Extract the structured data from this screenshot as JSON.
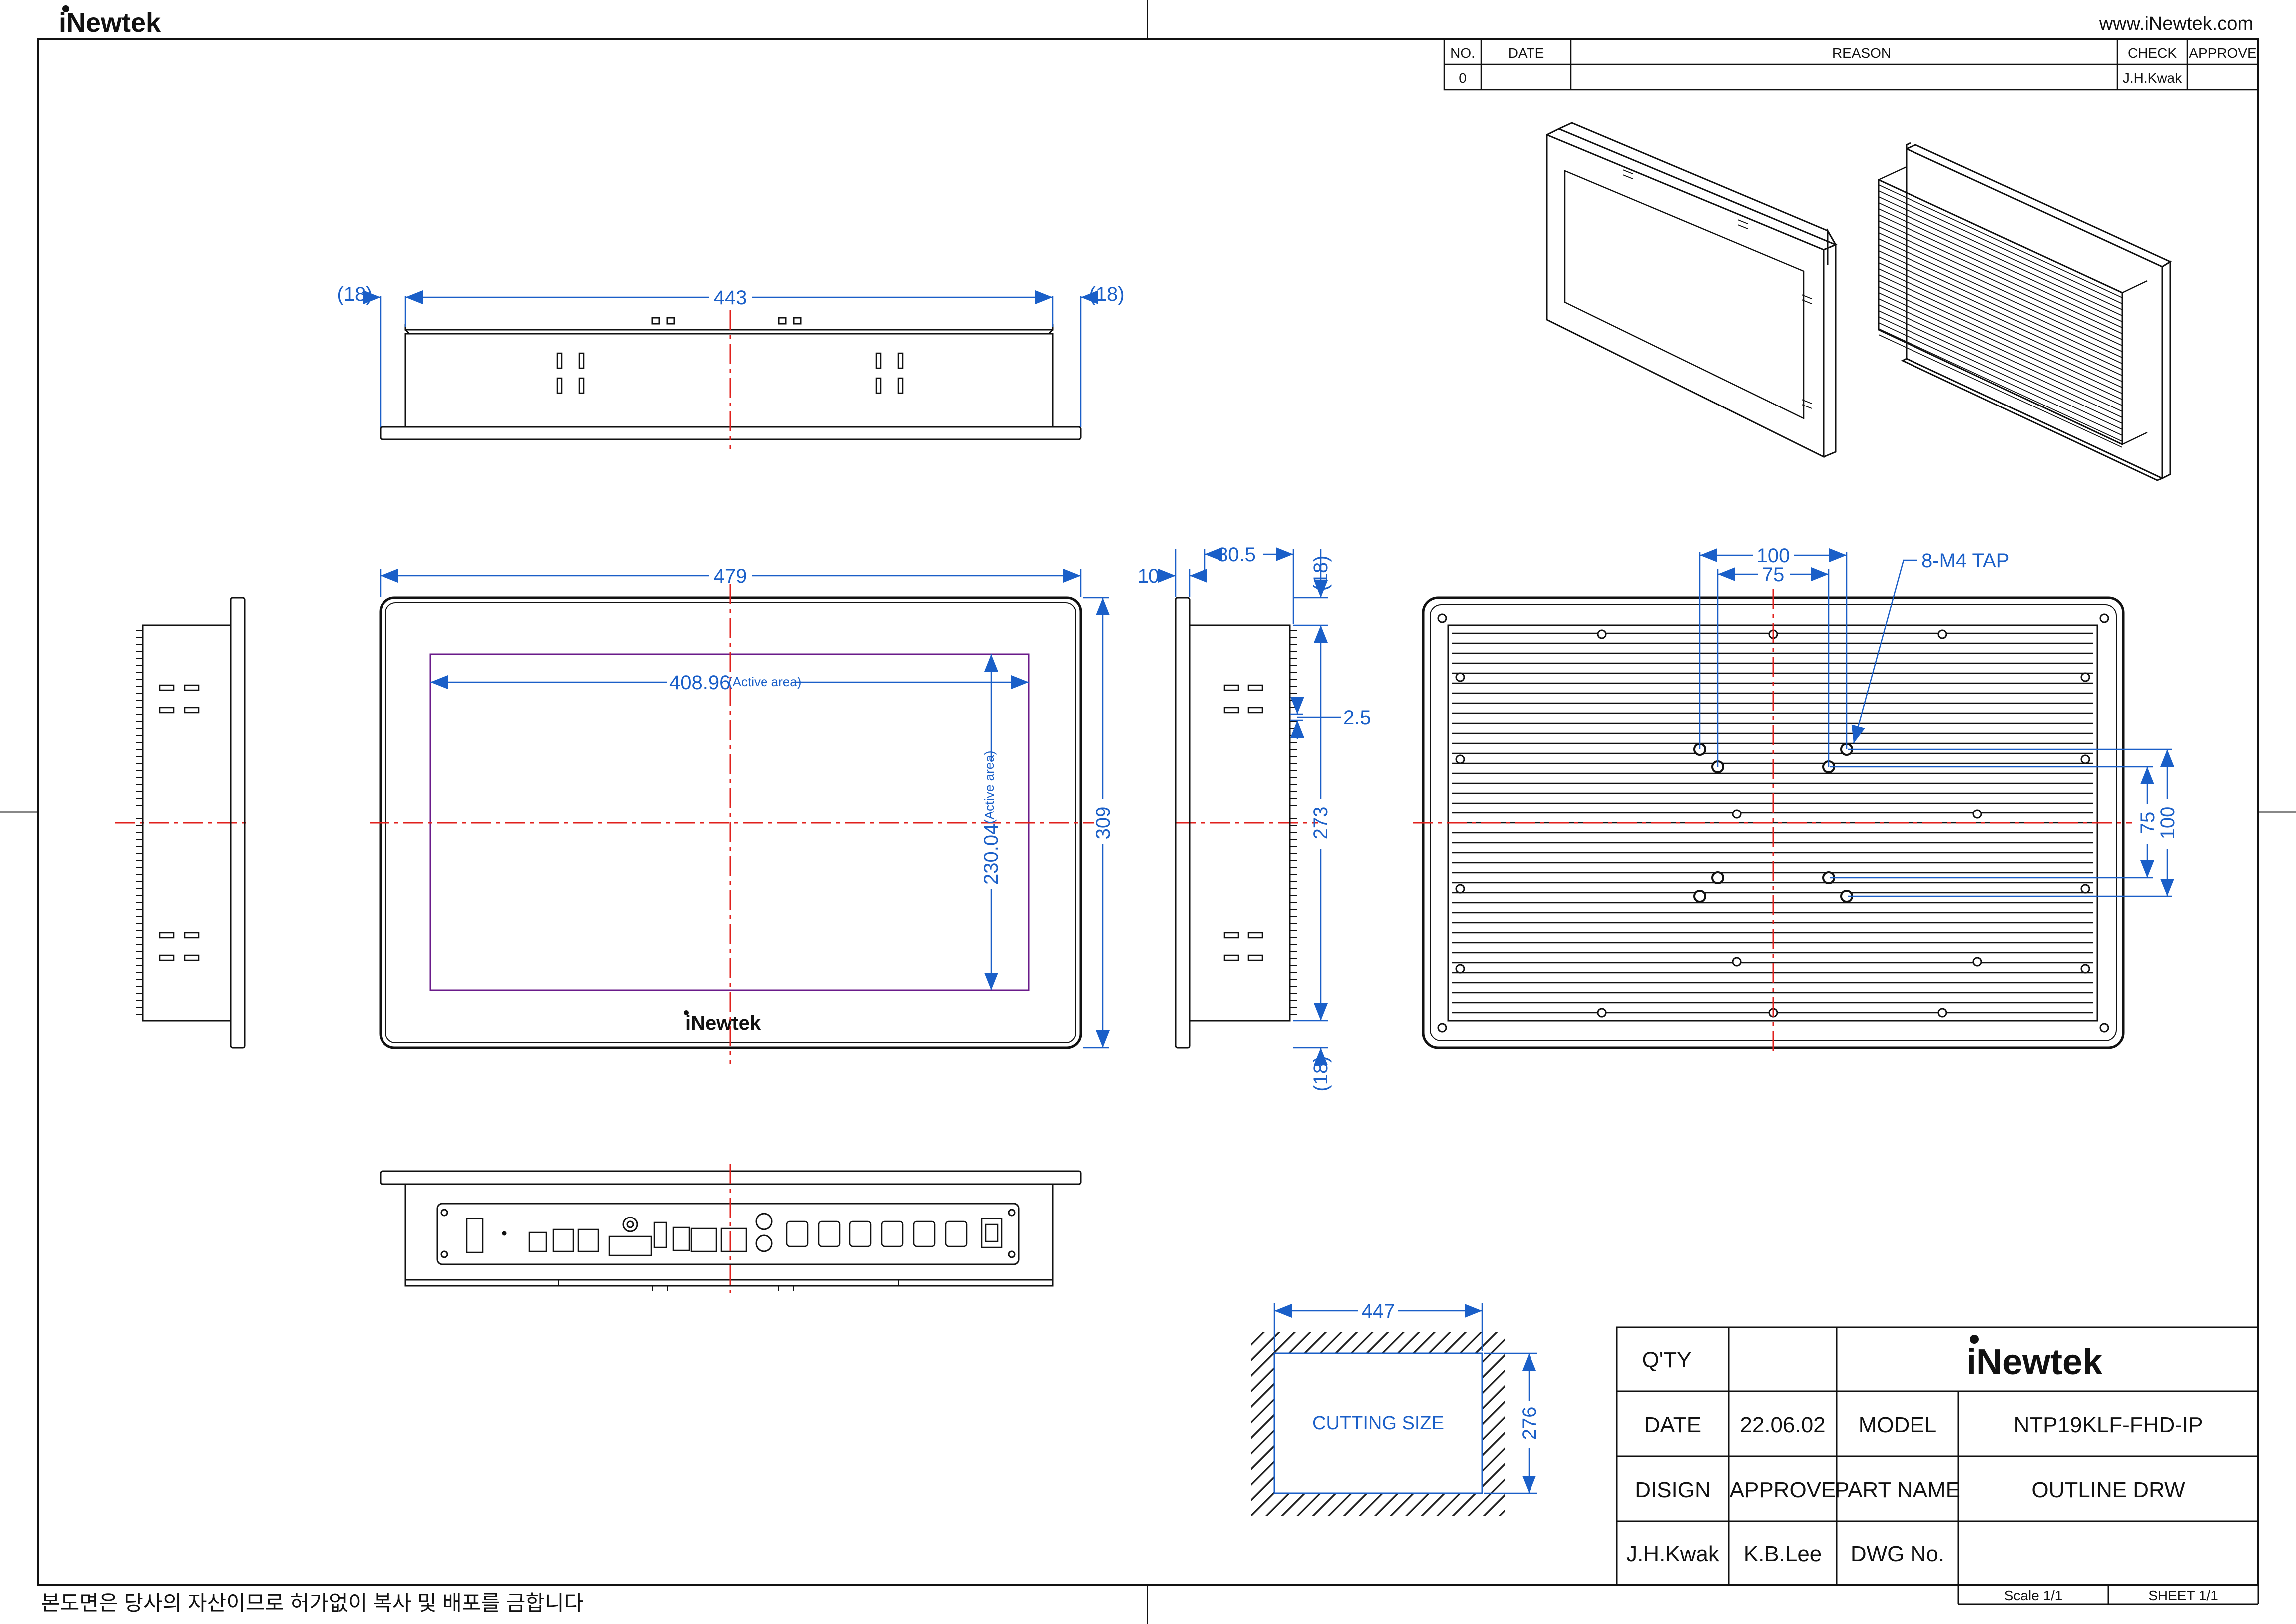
{
  "header": {
    "brand": "iNewtek",
    "website": "www.iNewtek.com"
  },
  "revision_table": {
    "headers": [
      "NO.",
      "DATE",
      "REASON",
      "CHECK",
      "APPROVE"
    ],
    "row": {
      "no": "0",
      "date": "",
      "reason": "",
      "check": "J.H.Kwak",
      "approve": ""
    }
  },
  "dimensions": {
    "top_width": "443",
    "top_left_margin": "(18)",
    "top_right_margin": "(18)",
    "front_width": "479",
    "front_height": "309",
    "active_width": "408.96",
    "active_height": "230.04",
    "active_label": "(Active area)",
    "side_depth": "80.5",
    "side_bezel": "10",
    "side_top_margin": "(18)",
    "side_bottom_margin": "(18)",
    "side_height": "273",
    "side_step": "2.5",
    "rear_h_outer": "100",
    "rear_h_inner": "75",
    "rear_v_inner": "75",
    "rear_v_outer": "100",
    "tap_label": "8-M4 TAP",
    "cut_width": "447",
    "cut_height": "276",
    "cut_label": "CUTTING SIZE"
  },
  "front_logo": "iNewtek",
  "title_block": {
    "qty_label": "Q'TY",
    "qty_value": "",
    "logo": "iNewtek",
    "date_label": "DATE",
    "date_value": "22.06.02",
    "model_label": "MODEL",
    "model_value": "NTP19KLF-FHD-IP",
    "design_label": "DISIGN",
    "approve_label": "APPROVE",
    "part_label": "PART NAME",
    "part_value": "OUTLINE DRW",
    "designer": "J.H.Kwak",
    "approver": "K.B.Lee",
    "dwg_label": "DWG No.",
    "dwg_value": "",
    "scale": "Scale  1/1",
    "sheet": "SHEET  1/1"
  },
  "footer_note": "본도면은 당사의 자산이므로 허가없이 복사 및 배포를 금합니다",
  "colors": {
    "dimension": "#1a5fc8",
    "centerline": "#e0201c",
    "line": "#111111",
    "active_area": "#6a1b8a"
  }
}
